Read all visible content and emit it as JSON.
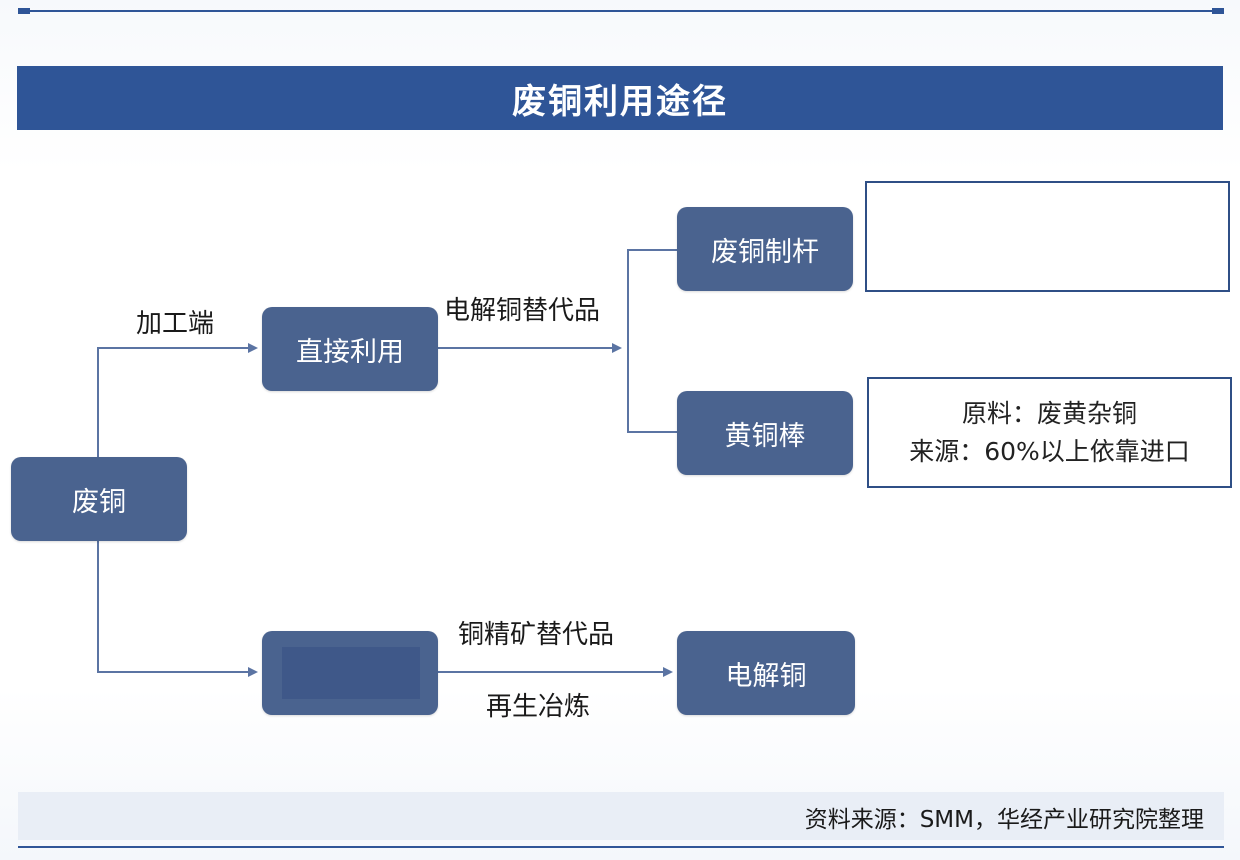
{
  "title": "废铜利用途径",
  "nodes": {
    "scrap_copper": "废铜",
    "direct_use": "直接利用",
    "blank": "",
    "scrap_rod": "废铜制杆",
    "brass_rod": "黄铜棒",
    "electrolytic_copper": "电解铜"
  },
  "edge_labels": {
    "processing": "加工端",
    "electrolytic_substitute": "电解铜替代品",
    "concentrate_substitute": "铜精矿替代品",
    "recycled_smelting": "再生冶炼"
  },
  "notes": {
    "rod_note": "",
    "brass_note": {
      "line1": "原料：废黄杂铜",
      "line2": "来源：60%以上依靠进口"
    }
  },
  "source": "资料来源：SMM，华经产业研究院整理",
  "colors": {
    "header_blue": "#2f5597",
    "node_blue": "#4a638f",
    "connector_blue": "#5b74a3"
  }
}
